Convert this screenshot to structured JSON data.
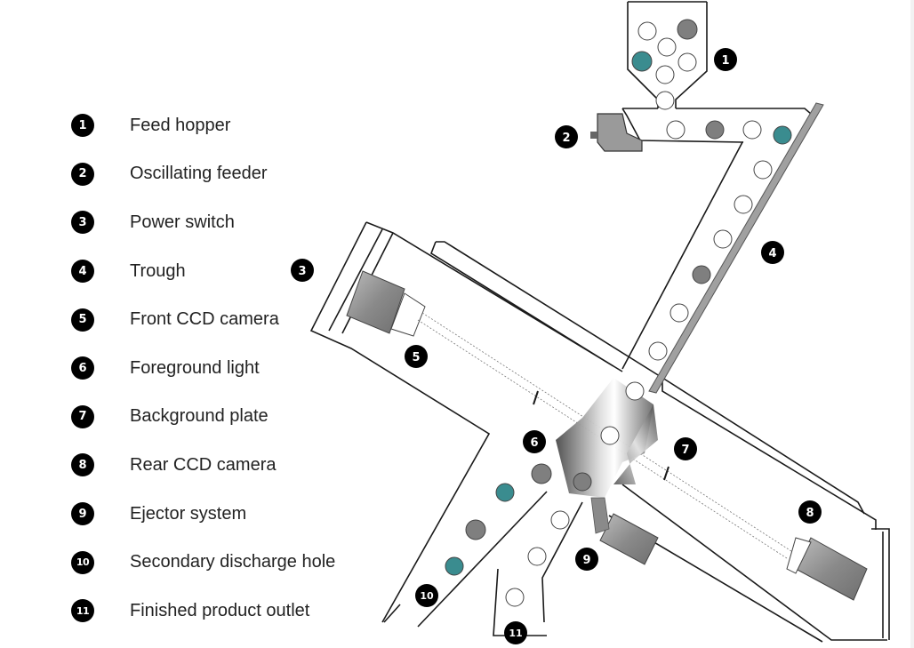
{
  "legend": [
    {
      "number": "1",
      "label": "Feed hopper"
    },
    {
      "number": "2",
      "label": "Oscillating feeder"
    },
    {
      "number": "3",
      "label": "Power switch"
    },
    {
      "number": "4",
      "label": "Trough"
    },
    {
      "number": "5",
      "label": "Front CCD camera"
    },
    {
      "number": "6",
      "label": "Foreground light"
    },
    {
      "number": "7",
      "label": "Background plate"
    },
    {
      "number": "8",
      "label": "Rear CCD camera"
    },
    {
      "number": "9",
      "label": "Ejector system"
    },
    {
      "number": "10",
      "label": "Secondary discharge hole"
    },
    {
      "number": "11",
      "label": "Finished product outlet"
    }
  ],
  "callouts": [
    "1",
    "2",
    "3",
    "4",
    "5",
    "6",
    "7",
    "8",
    "9",
    "10",
    "11"
  ],
  "colors": {
    "outline": "#1a1a1a",
    "particle_white": "#ffffff",
    "particle_gray": "#7f7f7f",
    "particle_teal": "#3a8c8f",
    "camera_body": "#9a9a9a",
    "trough_bar": "#a0a0a0",
    "badge": "#000000"
  }
}
